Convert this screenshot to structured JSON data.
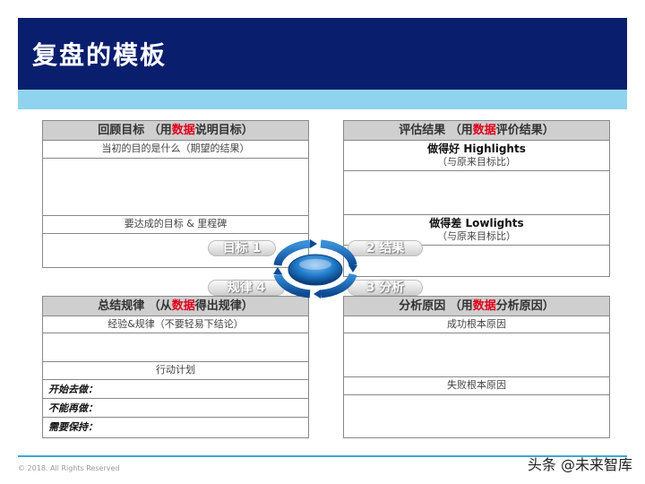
{
  "header": {
    "title": "复盘的模板"
  },
  "panels": {
    "review": {
      "title_pre": "回顾目标 （用",
      "title_hl": "数据",
      "title_post": "说明目标）",
      "rows": [
        "当初的目的是什么（期望的结果）",
        "要达成的目标 & 里程碑"
      ]
    },
    "evaluate": {
      "title_pre": "评估结果 （用",
      "title_hl": "数据",
      "title_post": "评价结果）",
      "good": "做得好 Highlights",
      "good_sub": "（与原来目标比）",
      "bad": "做得差 Lowlights",
      "bad_sub": "（与原来目标比）"
    },
    "summary": {
      "title_pre": "总结规律 （从",
      "title_hl": "数据",
      "title_post": "得出规律）",
      "rows": [
        "经验&规律（不要轻易下结论）",
        "行动计划"
      ],
      "actions": [
        "开始去做：",
        "不能再做：",
        "需要保持："
      ]
    },
    "analyze": {
      "title_pre": "分析原因 （用",
      "title_hl": "数据",
      "title_post": "分析原因）",
      "rows": [
        "成功根本原因",
        "失败根本原因"
      ]
    }
  },
  "cycle": {
    "step1": "目标 1",
    "step2": "2 结果",
    "step3": "3 分析",
    "step4": "规律 4"
  },
  "colors": {
    "header": "#0a1e6e",
    "subbar": "#8fd3ee",
    "highlight": "#e0001b",
    "ring": "#1e78c8"
  },
  "footer": {
    "copyright": "© 2018. All Rights Reserved",
    "watermark": "头条 @未来智库"
  }
}
